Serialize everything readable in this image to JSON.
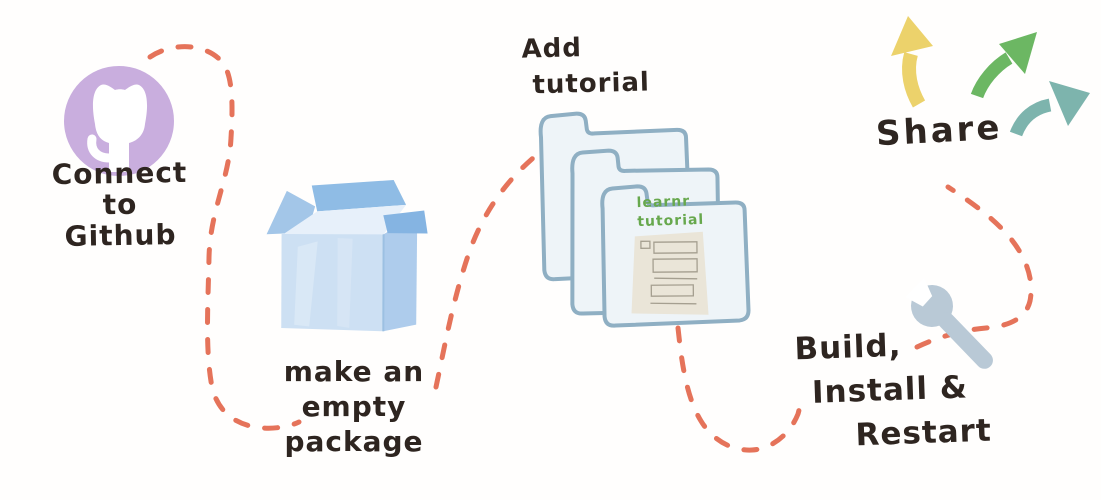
{
  "diagram": {
    "description": "Hand-drawn workflow: connect to Github, make an empty package, add tutorial, build install and restart, share",
    "connector_color": "#e5735a",
    "text_color": "#2e2520",
    "steps": {
      "connect": {
        "icon": "github-octocat-icon",
        "lines": [
          "Connect",
          "to",
          "Github"
        ]
      },
      "package": {
        "icon": "open-box-icon",
        "lines": [
          "make an",
          "empty",
          "package"
        ]
      },
      "tutorial": {
        "icon": "folder-stack-icon",
        "lines": [
          "Add",
          "tutorial"
        ],
        "folder_label_lines": [
          "learnr",
          "tutorial"
        ]
      },
      "build": {
        "icon": "wrench-icon",
        "lines": [
          "Build,",
          "Install &",
          "Restart"
        ]
      },
      "share": {
        "icon": "share-arrows-icon",
        "label": "Share"
      }
    },
    "colors": {
      "github_purple": "#c9aede",
      "box_flap_blue": "#9cc2e7",
      "box_front_blue": "#cde0f3",
      "folder_outline": "#8fafc3",
      "folder_fill": "#eef4f8",
      "paper_beige": "#eae5d8",
      "learnr_green": "#67a84d",
      "wrench_gray": "#b9c9d6",
      "arrow_yellow": "#ecd26b",
      "arrow_green": "#6cb763",
      "arrow_teal": "#7db4ad"
    }
  }
}
